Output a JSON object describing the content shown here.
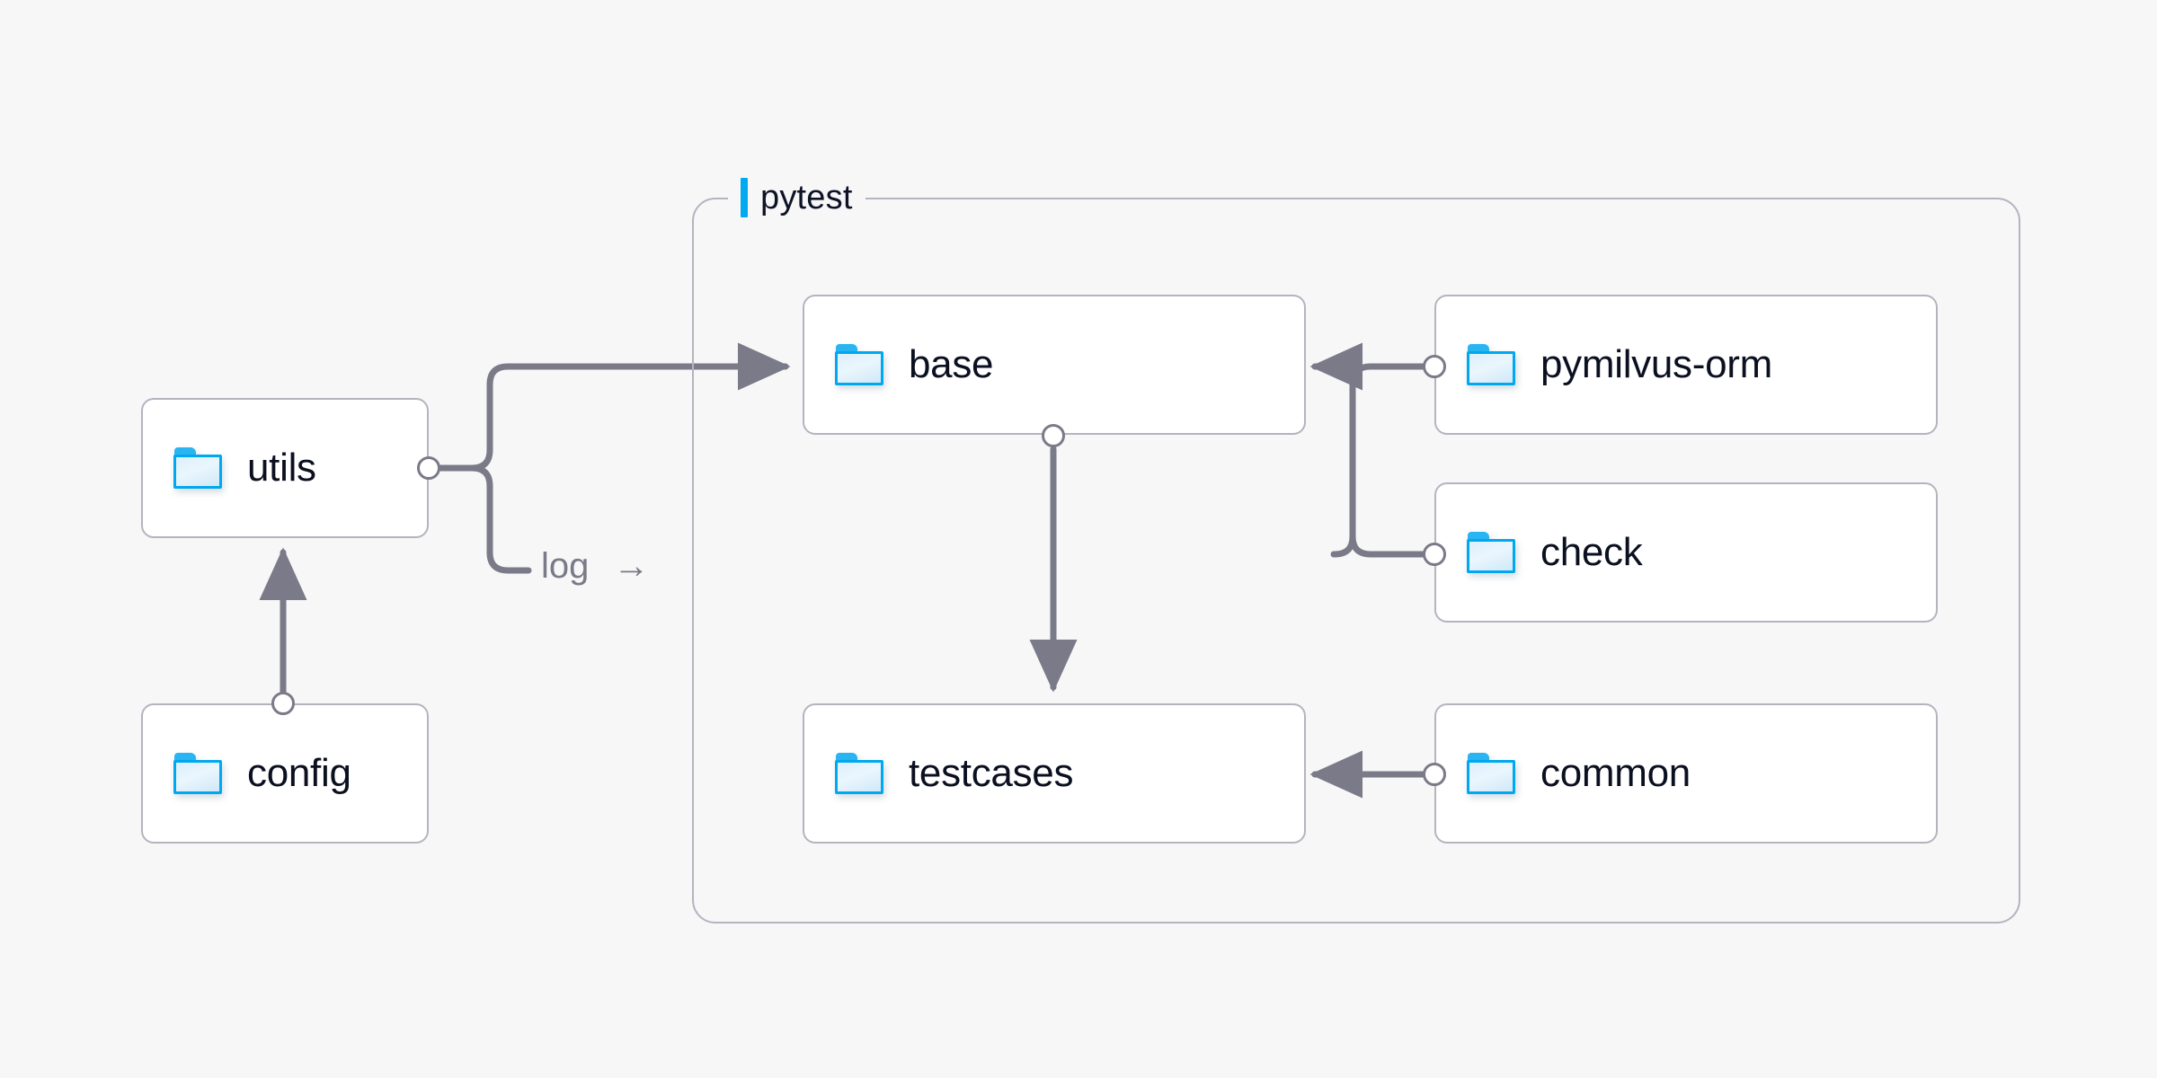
{
  "diagram": {
    "background_color": "#f7f7f8",
    "accent_color": "#00aaf0",
    "box_border_color": "#b4b4c0",
    "wire_color": "#7a7a88",
    "text_color": "#0b1020",
    "group": {
      "name": "pytest-group",
      "label": "pytest"
    },
    "nodes": [
      {
        "id": "utils",
        "label": "utils",
        "icon": "folder-icon"
      },
      {
        "id": "config",
        "label": "config",
        "icon": "folder-icon"
      },
      {
        "id": "base",
        "label": "base",
        "icon": "folder-icon"
      },
      {
        "id": "testcases",
        "label": "testcases",
        "icon": "folder-icon"
      },
      {
        "id": "pymilvus-orm",
        "label": "pymilvus-orm",
        "icon": "folder-icon"
      },
      {
        "id": "check",
        "label": "check",
        "icon": "folder-icon"
      },
      {
        "id": "common",
        "label": "common",
        "icon": "folder-icon"
      }
    ],
    "edges": [
      {
        "from": "utils",
        "to": "base",
        "label": ""
      },
      {
        "from": "utils",
        "to": "log",
        "label": "log"
      },
      {
        "from": "config",
        "to": "utils",
        "label": ""
      },
      {
        "from": "base",
        "to": "testcases",
        "label": ""
      },
      {
        "from": "pymilvus-orm",
        "to": "base",
        "label": ""
      },
      {
        "from": "check",
        "to": "base",
        "label": ""
      },
      {
        "from": "common",
        "to": "testcases",
        "label": ""
      }
    ],
    "edge_labels": {
      "log": "log",
      "log_arrow": "→"
    }
  }
}
